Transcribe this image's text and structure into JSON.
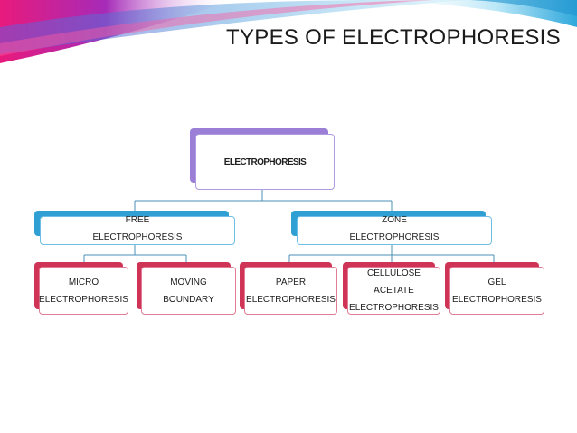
{
  "title": "TYPES OF ELECTROPHORESIS",
  "root": {
    "label": "ELECTROPHORESIS"
  },
  "branches": [
    {
      "lines": [
        "FREE",
        "ELECTROPHORESIS"
      ],
      "children": [
        {
          "lines": [
            "MICRO",
            "ELECTROPHORESIS"
          ]
        },
        {
          "lines": [
            "MOVING",
            "BOUNDARY"
          ]
        }
      ]
    },
    {
      "lines": [
        "ZONE",
        "ELECTROPHORESIS"
      ],
      "children": [
        {
          "lines": [
            "PAPER",
            "ELECTROPHORESIS"
          ]
        },
        {
          "lines": [
            "CELLULOSE",
            "ACETATE",
            "ELECTROPHORESIS"
          ]
        },
        {
          "lines": [
            "GEL",
            "ELECTROPHORESIS"
          ]
        }
      ]
    }
  ],
  "colors": {
    "root_accent": "#9b7fd6",
    "mid_accent": "#2f9fd4",
    "leaf_accent": "#cf3356",
    "connector": "#4a8fb8"
  }
}
